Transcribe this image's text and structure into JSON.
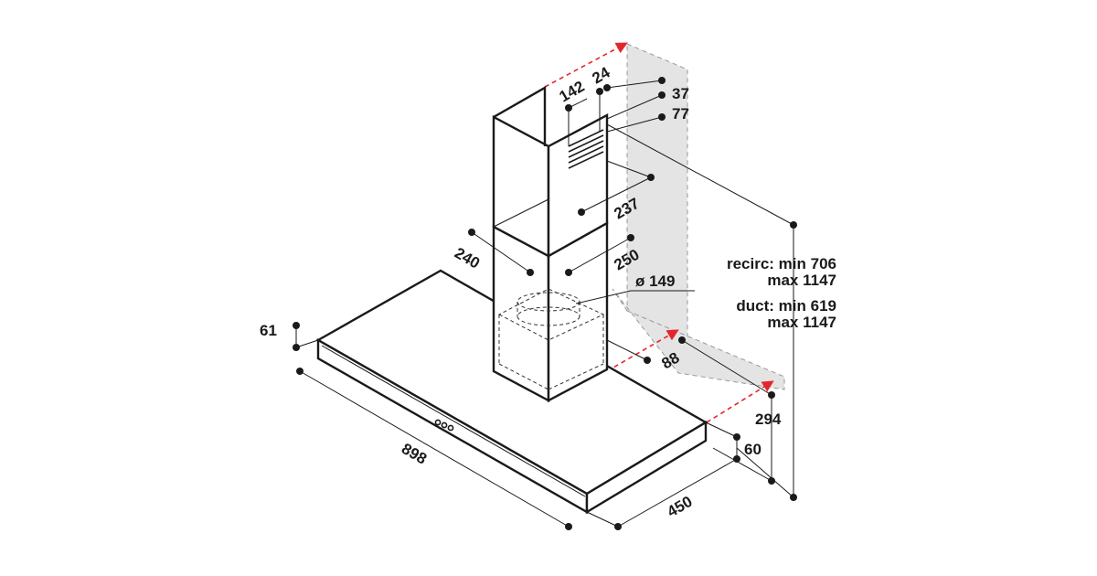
{
  "dimensions": {
    "d142": "142",
    "d24": "24",
    "d37": "37",
    "d77": "77",
    "d237": "237",
    "d240": "240",
    "d250": "250",
    "d149": "ø 149",
    "d61": "61",
    "d88": "88",
    "d294": "294",
    "d60": "60",
    "d898": "898",
    "d450": "450"
  },
  "heights": {
    "recirc_line1": "recirc: min 706",
    "recirc_line2": "max 1147",
    "duct_line1": "duct: min 619",
    "duct_line2": "max 1147"
  },
  "colors": {
    "line": "#1a1a1a",
    "wall": "#e4e4e4",
    "arrow": "#e3262b"
  }
}
